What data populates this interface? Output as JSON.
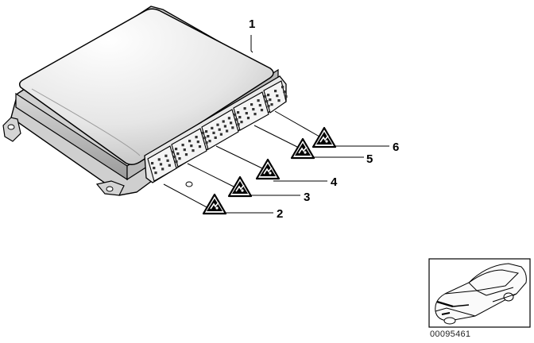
{
  "diagram": {
    "part_callouts": [
      {
        "id": "1",
        "label": "1"
      },
      {
        "id": "2",
        "label": "2"
      },
      {
        "id": "3",
        "label": "3"
      },
      {
        "id": "4",
        "label": "4"
      },
      {
        "id": "5",
        "label": "5"
      },
      {
        "id": "6",
        "label": "6"
      }
    ],
    "drawing_number": "00095461",
    "warning_symbol_text": "ESD"
  }
}
